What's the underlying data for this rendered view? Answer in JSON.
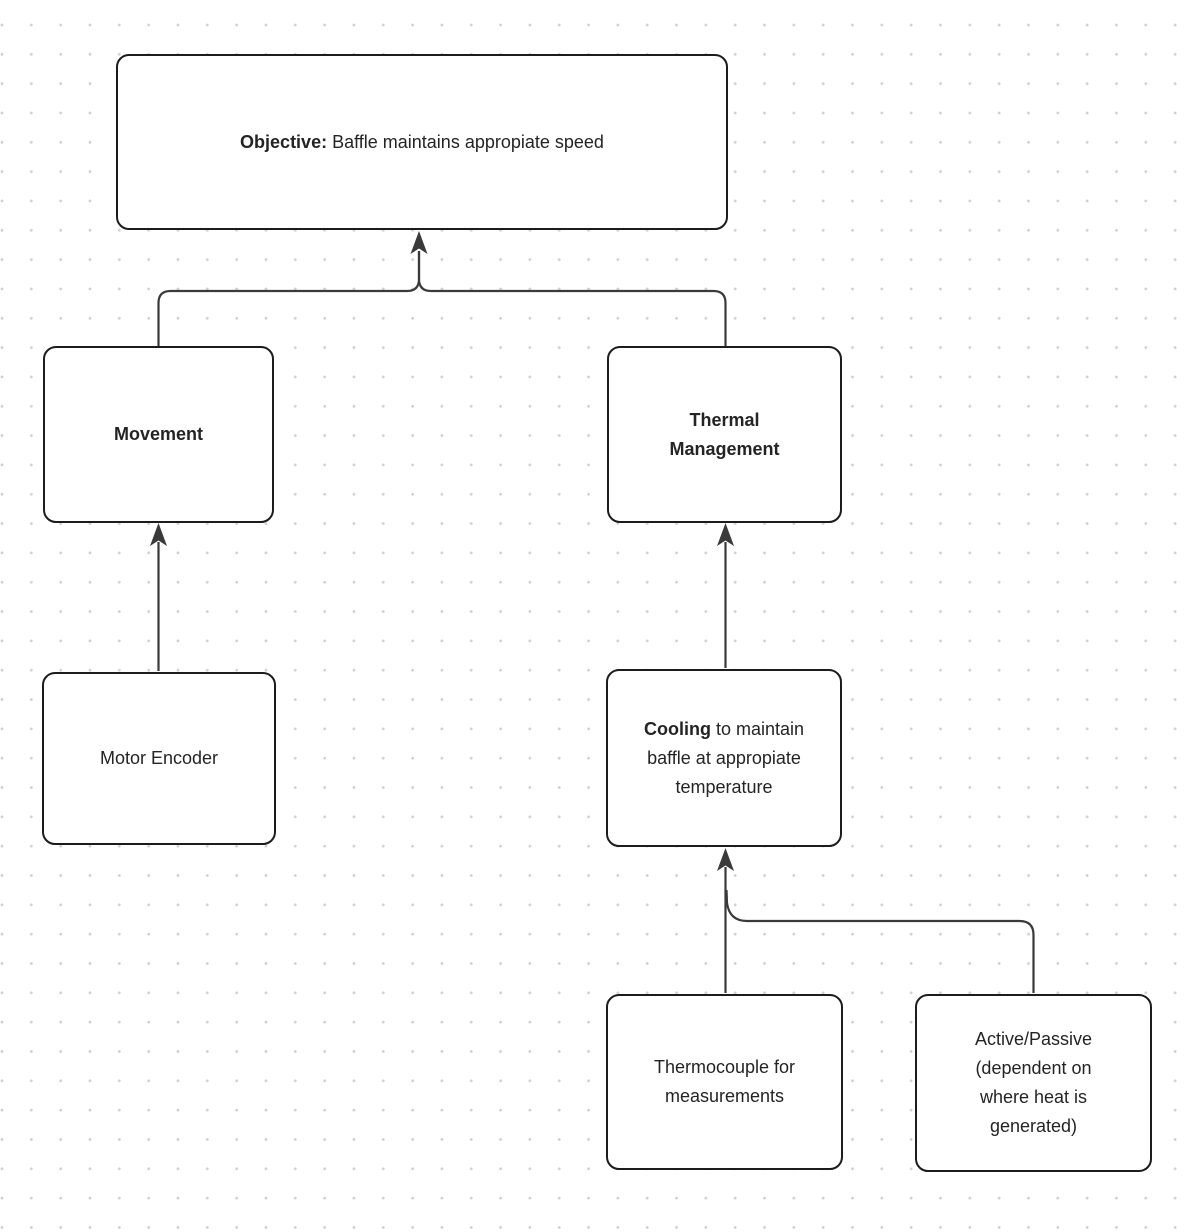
{
  "canvas": {
    "background_color": "#ffffff",
    "grid_dot_color": "#d0d0d0",
    "node_fill_color": "#ffffff",
    "node_border_color": "#1c1c1c",
    "edge_color": "#3a3a3a",
    "text_color": "#242424"
  },
  "nodes": {
    "objective": {
      "bold": "Objective:",
      "text": " Baffle maintains appropiate speed"
    },
    "movement": {
      "bold": "Movement",
      "text": ""
    },
    "thermal": {
      "bold": "Thermal Management",
      "text": ""
    },
    "motor_encoder": {
      "bold": "",
      "text": "Motor Encoder"
    },
    "cooling": {
      "bold": "Cooling",
      "text": " to maintain baffle at appropiate temperature"
    },
    "thermocouple": {
      "bold": "",
      "text": "Thermocouple for measurements"
    },
    "active_passive": {
      "bold": "",
      "text": "Active/Passive (dependent on where heat is generated)"
    }
  },
  "edges": [
    {
      "from": "Movement",
      "to": "Objective: Baffle maintains appropiate speed"
    },
    {
      "from": "Thermal Management",
      "to": "Objective: Baffle maintains appropiate speed"
    },
    {
      "from": "Motor Encoder",
      "to": "Movement"
    },
    {
      "from": "Cooling to maintain baffle at appropiate temperature",
      "to": "Thermal Management"
    },
    {
      "from": "Thermocouple for measurements",
      "to": "Cooling to maintain baffle at appropiate temperature"
    },
    {
      "from": "Active/Passive (dependent on where heat is generated)",
      "to": "Cooling to maintain baffle at appropiate temperature"
    }
  ]
}
